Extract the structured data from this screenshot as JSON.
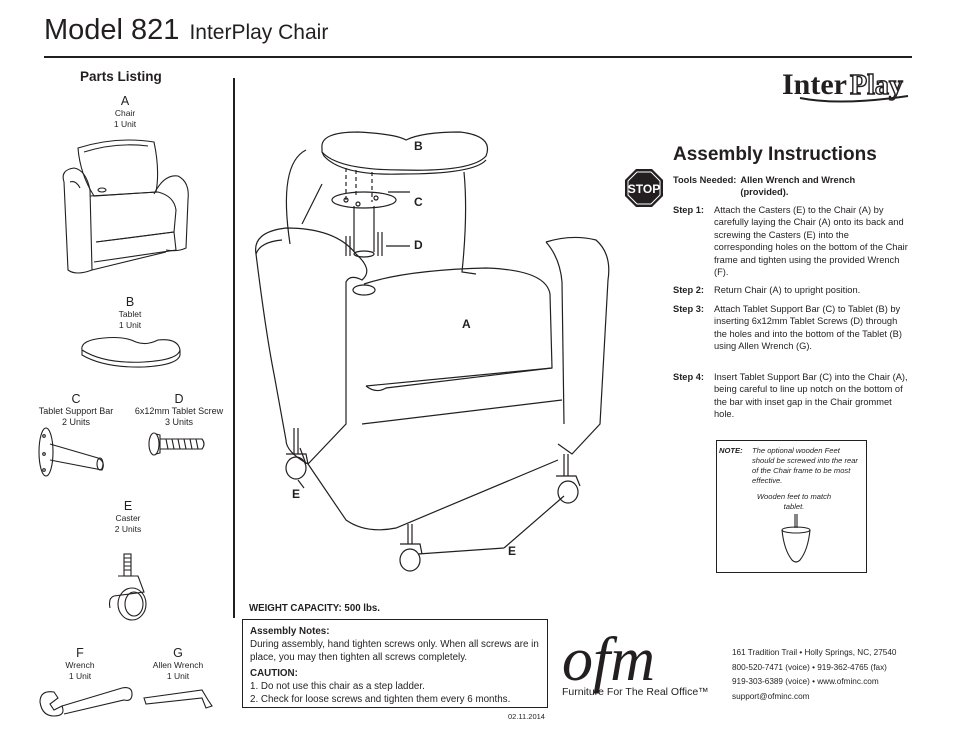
{
  "header": {
    "model": "Model 821",
    "product": "InterPlay Chair"
  },
  "brand": {
    "logo_text": "InterPlay",
    "logo_part1": "Inter",
    "logo_part2": "Play"
  },
  "parts": {
    "title": "Parts Listing",
    "items": [
      {
        "letter": "A",
        "name": "Chair",
        "qty": "1 Unit"
      },
      {
        "letter": "B",
        "name": "Tablet",
        "qty": "1 Unit"
      },
      {
        "letter": "C",
        "name": "Tablet Support Bar",
        "qty": "2 Units"
      },
      {
        "letter": "D",
        "name": "6x12mm Tablet Screw",
        "qty": "3 Units"
      },
      {
        "letter": "E",
        "name": "Caster",
        "qty": "2 Units"
      },
      {
        "letter": "F",
        "name": "Wrench",
        "qty": "1 Unit"
      },
      {
        "letter": "G",
        "name": "Allen Wrench",
        "qty": "1 Unit"
      }
    ]
  },
  "diagram": {
    "callouts": {
      "b": "B",
      "c": "C",
      "d": "D",
      "a": "A",
      "e1": "E",
      "e2": "E"
    }
  },
  "assembly": {
    "title": "Assembly Instructions",
    "stop_sign": "STOP",
    "tools_label": "Tools Needed:",
    "tools_value": "Allen Wrench and Wrench (provided).",
    "steps": [
      {
        "label": "Step 1:",
        "text": "Attach the Casters (E) to the Chair (A) by carefully laying the Chair (A) onto its back and screwing the Casters (E) into the corresponding holes on the bottom of the Chair frame and tighten using the provided Wrench (F)."
      },
      {
        "label": "Step 2:",
        "text": "Return Chair (A) to upright position."
      },
      {
        "label": "Step 3:",
        "text": "Attach Tablet Support Bar (C) to Tablet (B) by inserting 6x12mm Tablet Screws (D) through the holes and into the bottom of the Tablet (B) using Allen Wrench (G)."
      },
      {
        "label": "Step 4:",
        "text": "Insert Tablet Support Bar (C) into the Chair (A), being careful to line up notch on the bottom of the bar with inset gap in the Chair grommet hole."
      }
    ]
  },
  "note": {
    "label": "NOTE:",
    "text": "The optional wooden Feet should be screwed into the rear of the Chair frame to be most effective.",
    "caption": "Wooden feet to match tablet."
  },
  "weight": "WEIGHT CAPACITY: 500 lbs.",
  "notes": {
    "title": "Assembly Notes:",
    "text": "During assembly, hand tighten screws only. When all screws are in place, you may then tighten all screws completely.",
    "caution_title": "CAUTION:",
    "caution_1": "1. Do not use this chair as a step ladder.",
    "caution_2": "2. Check for loose screws and tighten them every 6 months."
  },
  "date": "02.11.2014",
  "company": {
    "logo": "ofm",
    "tagline": "Furniture For The Real Office™",
    "address": "161 Tradition Trail • Holly Springs, NC, 27540",
    "phone_line": "800-520-7471 (voice)   •   919-362-4765 (fax)",
    "phone_line2": "919-303-6389 (voice)   •   www.ofminc.com",
    "email": "support@ofminc.com"
  }
}
